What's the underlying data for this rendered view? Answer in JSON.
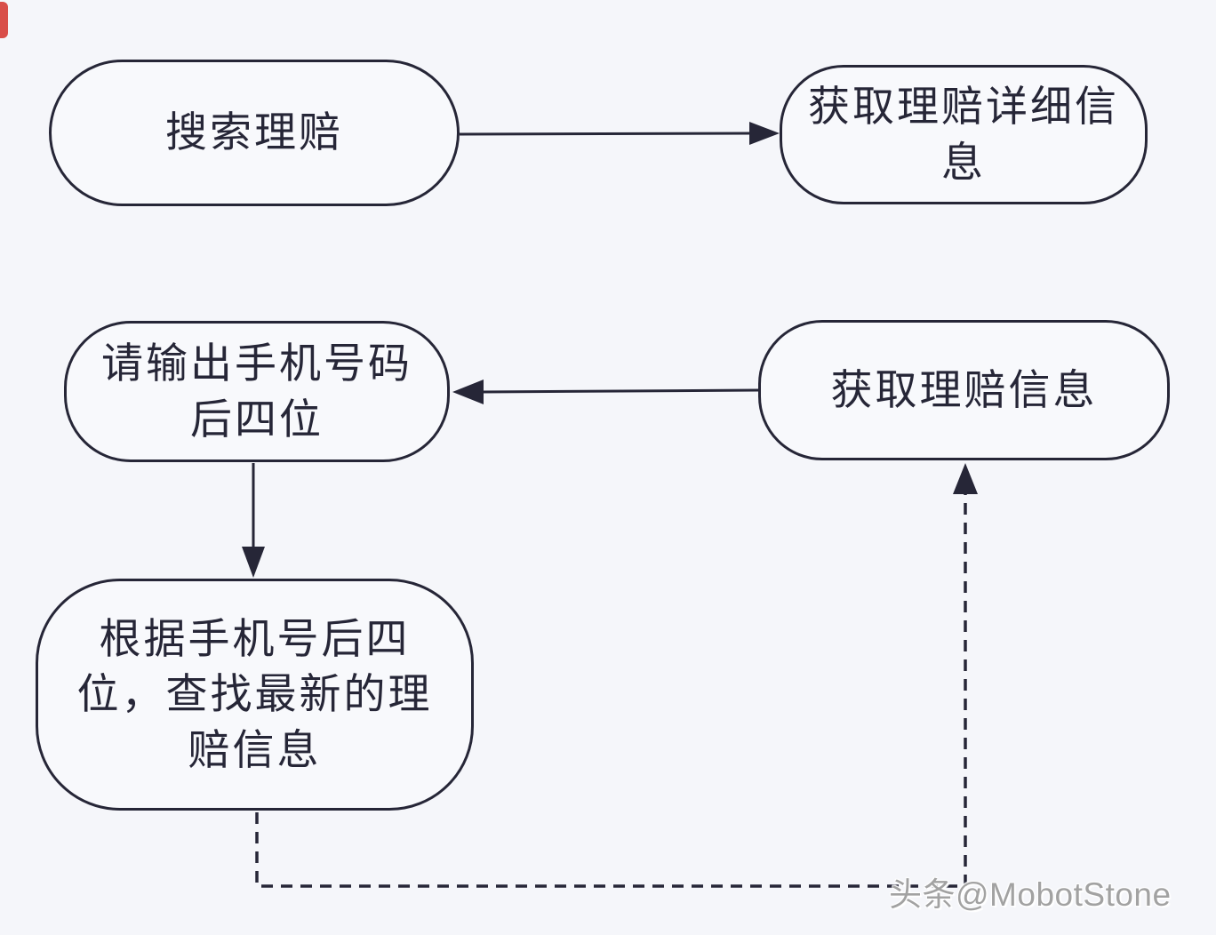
{
  "colors": {
    "background": "#f5f6fa",
    "node_border": "#262637",
    "node_text": "#262637",
    "connector": "#262637",
    "watermark": "#a2a2a2",
    "red_marker": "#d63c35"
  },
  "nodes": {
    "search_claim": {
      "label": "搜索理赔"
    },
    "get_claim_detail": {
      "label": "获取理赔详细信\n息"
    },
    "ask_phone_last4": {
      "label": "请输出手机号码\n后四位"
    },
    "get_claim_info": {
      "label": "获取理赔信息"
    },
    "find_latest_claim": {
      "label": "根据手机号后四\n位，查找最新的理\n赔信息"
    }
  },
  "connectors": [
    {
      "from": "search_claim",
      "to": "get_claim_detail",
      "style": "solid"
    },
    {
      "from": "get_claim_info",
      "to": "ask_phone_last4",
      "style": "solid"
    },
    {
      "from": "ask_phone_last4",
      "to": "find_latest_claim",
      "style": "solid"
    },
    {
      "from": "find_latest_claim",
      "to": "get_claim_info",
      "style": "dashed"
    }
  ],
  "watermark": {
    "text": "头条@MobotStone"
  }
}
